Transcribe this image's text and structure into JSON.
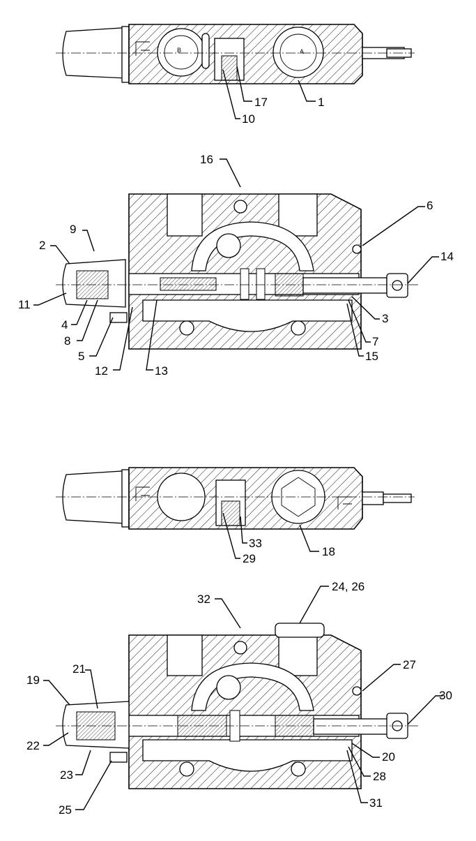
{
  "diagram": {
    "views": [
      {
        "id": "top-view-1",
        "port_labels": [
          "B",
          "A"
        ],
        "callouts": [
          "17",
          "10",
          "1"
        ]
      },
      {
        "id": "section-view-1",
        "callouts": [
          "16",
          "6",
          "9",
          "2",
          "14",
          "11",
          "4",
          "8",
          "5",
          "3",
          "7",
          "15",
          "12",
          "13"
        ]
      },
      {
        "id": "top-view-2",
        "callouts": [
          "33",
          "29",
          "18"
        ]
      },
      {
        "id": "section-view-2",
        "callouts": [
          "32",
          "24, 26",
          "27",
          "19",
          "21",
          "30",
          "22",
          "23",
          "25",
          "20",
          "28",
          "31"
        ]
      }
    ]
  }
}
